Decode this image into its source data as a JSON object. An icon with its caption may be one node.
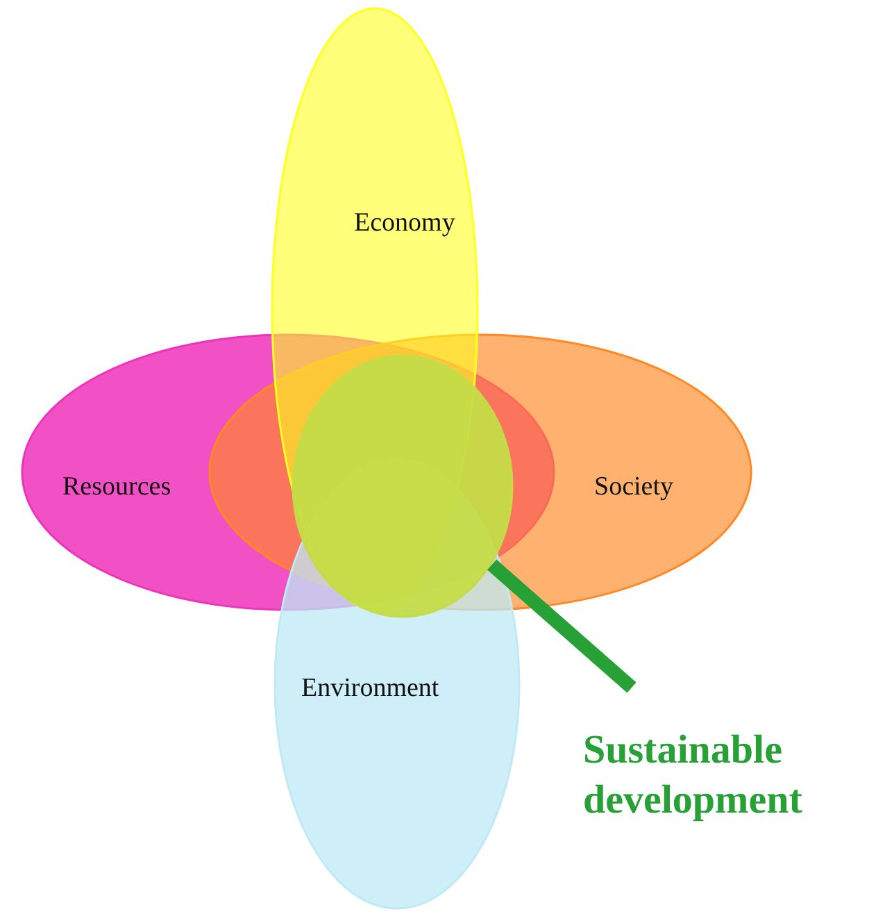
{
  "diagram": {
    "nodes": [
      {
        "text": [
          "Economy"
        ]
      },
      {
        "text": [
          "Resources"
        ]
      },
      {
        "text": [
          "Society"
        ]
      },
      {
        "text": [
          "Environment"
        ]
      },
      {
        "text": [],
        "shape": "ellipse"
      },
      {
        "text": [
          "Sustainable development"
        ]
      }
    ],
    "edges": [
      {
        "from": 5,
        "to": 4,
        "arrow": "none"
      }
    ]
  }
}
